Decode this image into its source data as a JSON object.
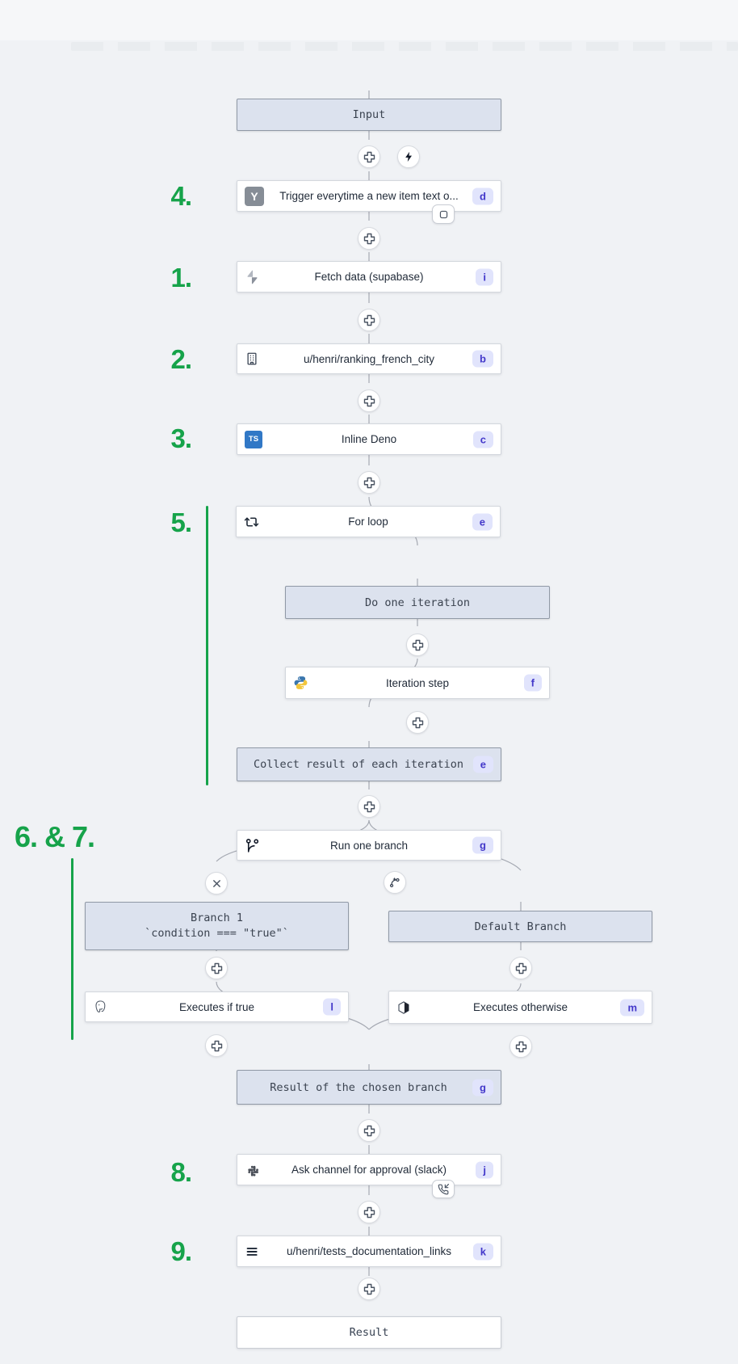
{
  "steps": {
    "s1": "1.",
    "s2": "2.",
    "s3": "3.",
    "s4": "4.",
    "s5": "5.",
    "s67": "6. & 7.",
    "s8": "8.",
    "s9": "9."
  },
  "boxes": {
    "input": {
      "label": "Input"
    },
    "do_one_iteration": {
      "label": "Do one iteration"
    },
    "collect": {
      "label": "Collect result of each iteration",
      "badge": "e"
    },
    "branch1": {
      "line1": "Branch 1",
      "line2": "`condition === \"true\"`"
    },
    "default_branch": {
      "label": "Default Branch"
    },
    "result_chosen": {
      "label": "Result of the chosen branch",
      "badge": "g"
    },
    "result": {
      "label": "Result"
    }
  },
  "nodes": {
    "trigger": {
      "label": "Trigger everytime a new item text o...",
      "badge": "d",
      "icon": "hackernews-y-icon"
    },
    "fetch_data": {
      "label": "Fetch data (supabase)",
      "badge": "i",
      "icon": "supabase-icon"
    },
    "ranking": {
      "label": "u/henri/ranking_french_city",
      "badge": "b",
      "icon": "building-icon"
    },
    "inline_deno": {
      "label": "Inline Deno",
      "badge": "c",
      "icon": "typescript-icon"
    },
    "for_loop": {
      "label": "For loop",
      "badge": "e",
      "icon": "repeat-icon"
    },
    "iteration_step": {
      "label": "Iteration step",
      "badge": "f",
      "icon": "python-icon"
    },
    "run_one_branch": {
      "label": "Run one branch",
      "badge": "g",
      "icon": "git-branch-icon"
    },
    "executes_if_true": {
      "label": "Executes if true",
      "badge": "l",
      "icon": "postgresql-icon"
    },
    "executes_otherwise": {
      "label": "Executes otherwise",
      "badge": "m",
      "icon": "module-hexagon-icon"
    },
    "ask_approval": {
      "label": "Ask channel for approval (slack)",
      "badge": "j",
      "icon": "slack-icon"
    },
    "tests_documentation": {
      "label": "u/henri/tests_documentation_links",
      "badge": "k",
      "icon": "menu-lines-icon"
    }
  },
  "icons": {
    "y_text": "Y",
    "ts_text": "TS"
  },
  "colors": {
    "accent_green": "#16a34a",
    "badge_bg": "#e1e4fc",
    "badge_text": "#4338ca",
    "virtual_box_fill": "#dce2ee",
    "virtual_box_border": "#9099a6",
    "canvas_bg": "#f0f2f5",
    "edge": "#a5a9b2",
    "typescript_blue": "#3178c6"
  }
}
